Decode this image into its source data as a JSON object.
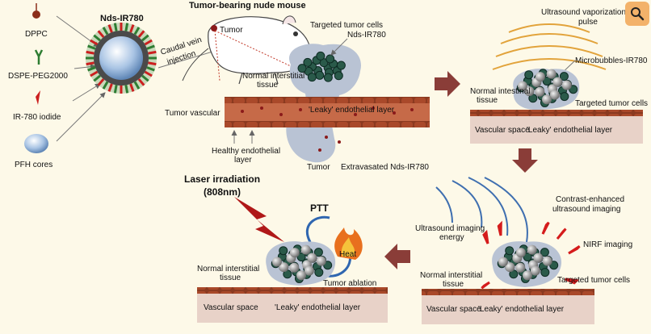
{
  "components": {
    "dppc": "DPPC",
    "dspe": "DSPE-PEG2000",
    "ir780": "IR-780 iodide",
    "pfh": "PFH cores",
    "nds": "Nds-IR780"
  },
  "panel1": {
    "mouse": "Tumor-bearing nude mouse",
    "tumor": "Tumor",
    "caudal_line1": "Caudal vein",
    "caudal_line2": "injection",
    "targeted": "Targeted tumor cells",
    "nds": "Nds-IR780",
    "normal_line1": "Normal interstitial",
    "normal_line2": "tissue",
    "vascular": "Tumor vascular",
    "leaky": "'Leaky' endothelial layer",
    "healthy_line1": "Healthy endothelial",
    "healthy_line2": "layer",
    "tumor2": "Tumor",
    "extravasated": "Extravasated Nds-IR780"
  },
  "panel2": {
    "us_line1": "Ultrasound vaporization",
    "us_line2": "pulse",
    "microbubbles": "Microbubbles-IR780",
    "normal_line1": "Normal intestinal",
    "normal_line2": "tissue",
    "targeted": "Targeted tumor cells",
    "vascular": "Vascular space",
    "leaky": "'Leaky' endothelial layer"
  },
  "panel3": {
    "imaging_line1": "Ultrasound imaging",
    "imaging_line2": "energy",
    "contrast_line1": "Contrast-enhanced",
    "contrast_line2": "ultrasound imaging",
    "nirf": "NIRF imaging",
    "normal_line1": "Normal interstitial",
    "normal_line2": "tissue",
    "targeted": "Targeted tumor cells",
    "vascular": "Vascular space",
    "leaky": "'Leaky' endothelial layer"
  },
  "panel4": {
    "laser_line1": "Laser irradiation",
    "laser_line2": "(808nm)",
    "ptt": "PTT",
    "heat": "Heat",
    "normal_line1": "Normal interstitial",
    "normal_line2": "tissue",
    "ablation": "Tumor ablation",
    "vascular": "Vascular space",
    "leaky": "'Leaky' endothelial layer"
  },
  "colors": {
    "vessel": "#7a2f1a",
    "vessel_light": "#b5573a",
    "tissue": "#b9c3d4",
    "arrow_block": "#8a3d38",
    "laser": "#b01818",
    "wave_orange": "#e2a33b",
    "wave_blue": "#3f6fb0",
    "search_button": "#f3b26a"
  },
  "icons": {
    "search": "search-icon"
  }
}
